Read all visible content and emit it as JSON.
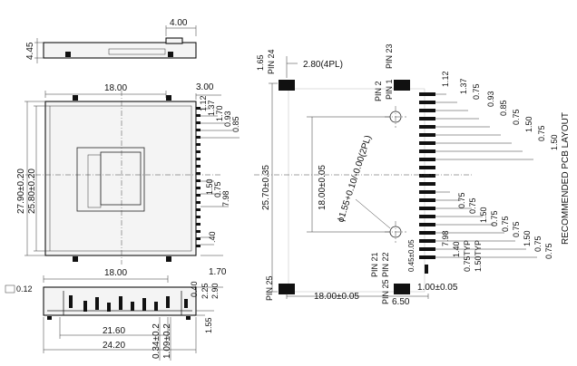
{
  "top_view": {
    "dim_height": "4.45",
    "dim_width": "4.00"
  },
  "front_view": {
    "dim_width": "18.00",
    "dim_3_00": "3.00",
    "pitch_dims": [
      "1.12",
      "1.37",
      "1.70",
      "0.93",
      "0.85"
    ],
    "dim_27_90": "27.90±0.20",
    "dim_25_80": "25.80±0.20",
    "lower_dims": [
      "1.50",
      "0.75",
      "7.98"
    ],
    "dim_1_40": ".40",
    "dim_1_70": "1.70"
  },
  "bottom_view": {
    "dim_0_12": "0.12",
    "dim_18_00": "18.00",
    "dim_0_40": "0.40",
    "dim_2_25": "2.25",
    "dim_2_90": "2.90",
    "dim_1_55": "1.55",
    "dim_21_60": "21.60",
    "dim_24_20": "24.20",
    "dim_1_09": "1.09±0.2",
    "dim_0_34": "0.34±0.2"
  },
  "pcb_layout": {
    "title": "RECOMMENDED PCB LAYOUT",
    "dim_1_65": "1.65",
    "pin_24": "PIN 24",
    "dim_2_80": "2.80(4PL)",
    "pin_23": "PIN 23",
    "pin_2": "PIN 2",
    "pin_1": "PIN 1",
    "dim_25_70": "25.70±0.35",
    "dim_18_00_v": "18.00±0.05",
    "hole_dia": "ϕ1.55+0.10/-0.00(2PL)",
    "pin_25_left": "PIN 25",
    "dim_18_00_h": "18.00±0.05",
    "pin_21": "PIN 21",
    "pin_22": "PIN 22",
    "pin_25_bottom": "PIN 25",
    "dim_6_50": "6.50",
    "dim_1_00": "1.00±0.05",
    "dim_0_45": "0.45±0.05",
    "dim_7_98": "7.98",
    "dim_1_40": "1.40",
    "dim_0_75_typ": "0.75TYP",
    "dim_1_50_typ": "1.50TYP",
    "right_dims_upper": [
      "1.12",
      "1.37",
      "0.75",
      "0.93",
      "0.85",
      "0.75",
      "1.50",
      "0.75",
      "1.50"
    ],
    "right_dims_lower": [
      "0.75",
      "0.75",
      "1.50",
      "0.75",
      "0.75",
      "0.75",
      "1.50",
      "0.75",
      "0.75"
    ]
  }
}
